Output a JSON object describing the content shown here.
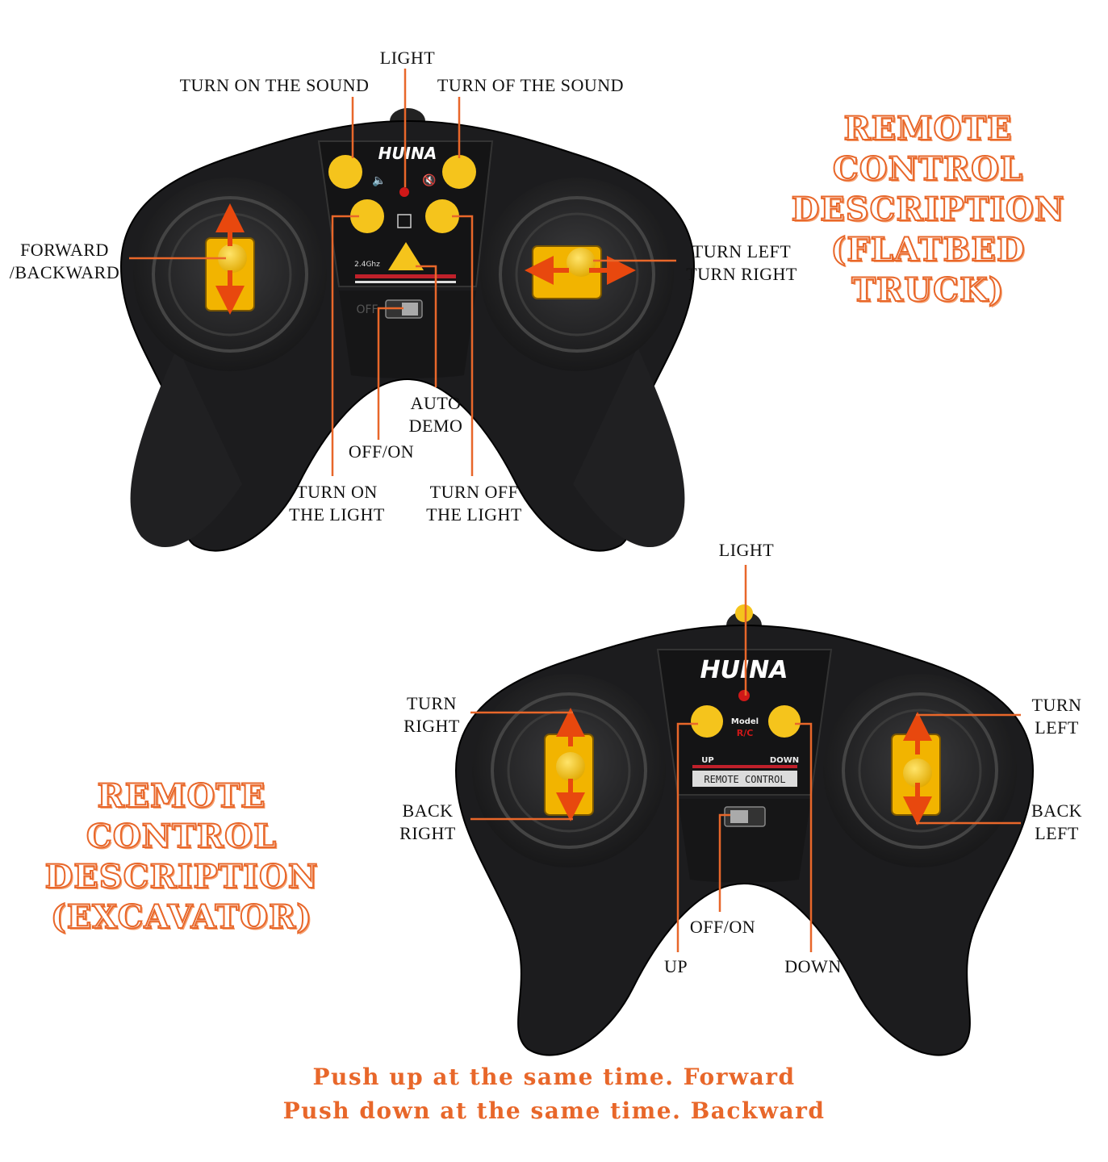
{
  "colors": {
    "accent": "#e8672a",
    "body": "#1c1c1e",
    "button": "#f5c41c",
    "indicator": "#d01818"
  },
  "truck": {
    "title": "REMOTE CONTROL\nDESCRIPTION\n(FLATBED TRUCK)",
    "brand": "HUINA",
    "labels": {
      "light": "LIGHT",
      "sound_on": "TURN ON THE SOUND",
      "sound_off": "TURN OF THE SOUND",
      "forward_backward": "FORWARD\n/BACKWARD",
      "turn_left_right": "TURN LEFT\nTURN RIGHT",
      "auto_demo": "AUTO\nDEMO",
      "off_on": "OFF/ON",
      "light_on": "TURN ON\nTHE LIGHT",
      "light_off": "TURN OFF\nTHE LIGHT"
    },
    "switch_label": "OFF",
    "freq_label": "2.4Ghz"
  },
  "excavator": {
    "title": "REMOTE CONTROL\nDESCRIPTION\n(EXCAVATOR)",
    "brand": "HUINA",
    "labels": {
      "light": "LIGHT",
      "turn_right": "TURN\nRIGHT",
      "back_right": "BACK\nRIGHT",
      "turn_left": "TURN\nLEFT",
      "back_left": "BACK\nLEFT",
      "off_on": "OFF/ON",
      "up": "UP",
      "down": "DOWN"
    },
    "panel": {
      "model": "Model",
      "rc": "R/C",
      "up": "UP",
      "down": "DOWN",
      "remote": "REMOTE CONTROL"
    }
  },
  "footer": {
    "line1": "Push up at the same time. Forward",
    "line2": "Push down at the same time. Backward"
  }
}
